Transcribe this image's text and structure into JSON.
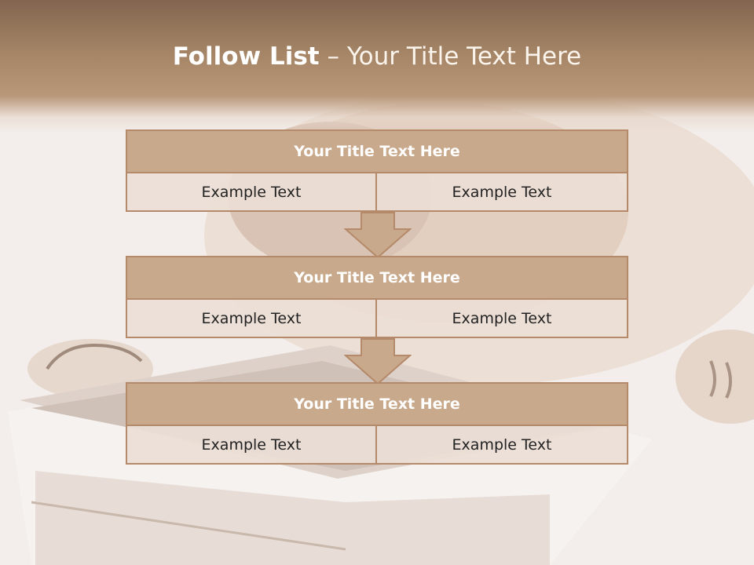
{
  "slide": {
    "title_bold": "Follow List",
    "title_rest": " – Your Title Text Here"
  },
  "steps": [
    {
      "title": "Your Title Text Here",
      "left": "Example Text",
      "right": "Example Text"
    },
    {
      "title": "Your Title Text Here",
      "left": "Example Text",
      "right": "Example Text"
    },
    {
      "title": "Your Title Text Here",
      "left": "Example Text",
      "right": "Example Text"
    }
  ],
  "colors": {
    "header_fill": "#c9a98b",
    "border": "#b48a6a",
    "cell_fill": "#ebded6",
    "band_dark": "#826550"
  }
}
